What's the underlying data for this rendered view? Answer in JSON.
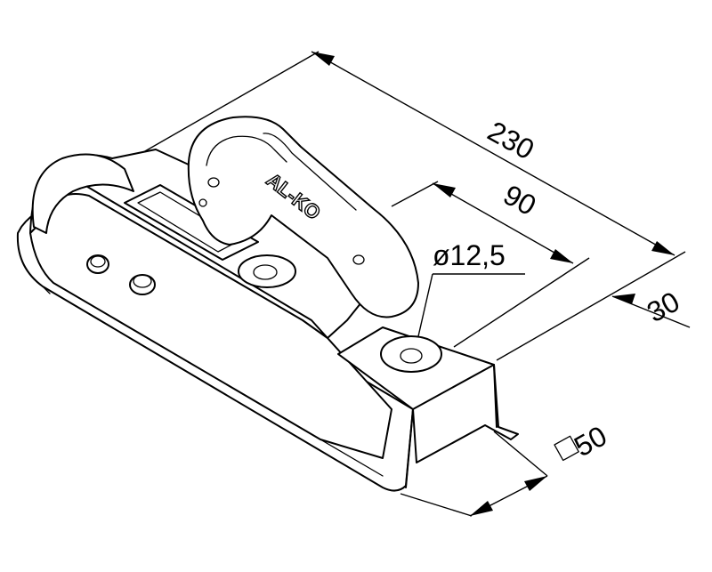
{
  "logo_text": "AL-KO",
  "dimensions": {
    "length": "230",
    "mid": "90",
    "offset": "30",
    "hole": "ø12,5",
    "square": "50"
  }
}
